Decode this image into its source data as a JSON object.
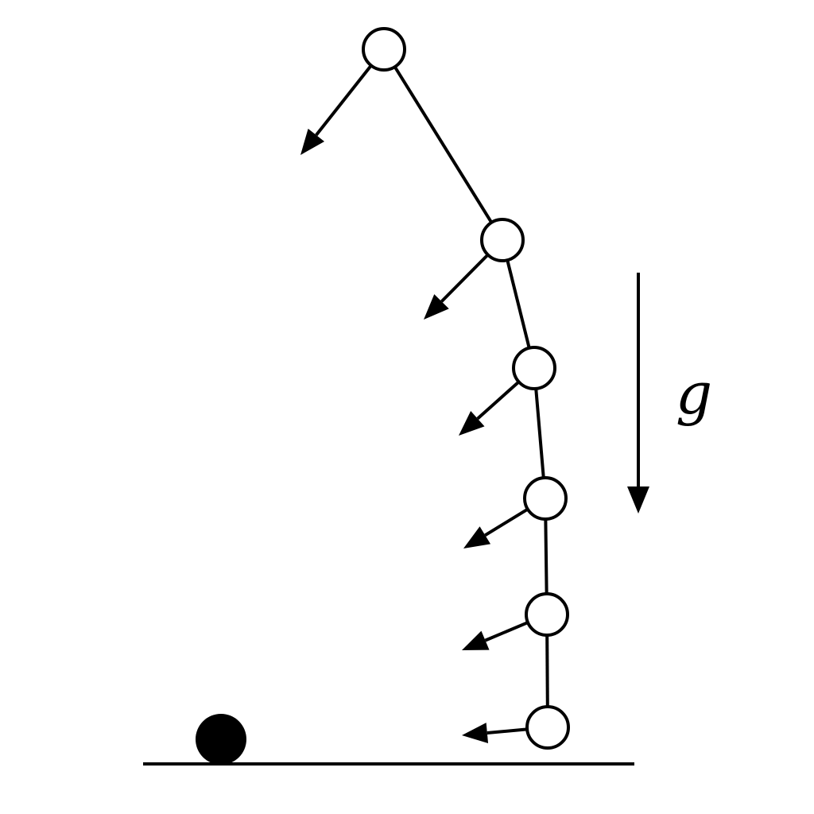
{
  "diagram": {
    "gravity_label": "g",
    "colors": {
      "stroke": "#000000",
      "node_fill": "#ffffff",
      "ball_fill": "#000000",
      "background": "#ffffff"
    },
    "chain_node_count": 6,
    "velocity_arrow_count": 6
  }
}
